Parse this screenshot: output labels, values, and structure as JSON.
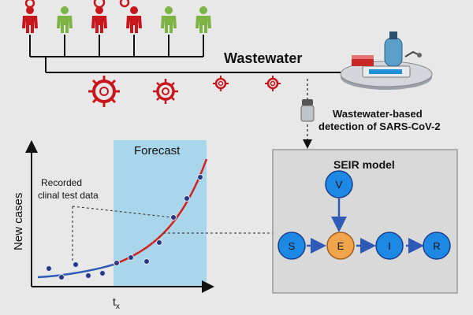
{
  "pipeline": {
    "label": "Wastewater",
    "detection_label_line1": "Wastewater-based",
    "detection_label_line2": "detection of SARS-CoV-2",
    "people": [
      {
        "status": "infected",
        "color": "#c8161d"
      },
      {
        "status": "healthy",
        "color": "#7cb342"
      },
      {
        "status": "infected",
        "color": "#c8161d"
      },
      {
        "status": "infected",
        "color": "#c8161d"
      },
      {
        "status": "healthy",
        "color": "#7cb342"
      },
      {
        "status": "healthy",
        "color": "#7cb342"
      }
    ],
    "icons": [
      "person-icon",
      "virus-icon",
      "lab-instrument-icon",
      "sample-tube-icon"
    ]
  },
  "chart": {
    "ylabel": "New cases",
    "xtick": "t",
    "xtick_sub": "x",
    "forecast_label": "Forecast",
    "annotation_line1": "Recorded",
    "annotation_line2": "clinal test data",
    "colors": {
      "fit": "#2f5bb7",
      "forecast_fit": "#d4201c",
      "forecast_band": "#a9d6ea",
      "points": "#2b3a80"
    }
  },
  "model": {
    "title": "SEIR model",
    "nodes": [
      {
        "id": "V",
        "label": "V",
        "color": "#1e88e5"
      },
      {
        "id": "S",
        "label": "S",
        "color": "#1e88e5"
      },
      {
        "id": "E",
        "label": "E",
        "color": "#f0a54a"
      },
      {
        "id": "I",
        "label": "I",
        "color": "#1e88e5"
      },
      {
        "id": "R",
        "label": "R",
        "color": "#1e88e5"
      }
    ],
    "arrow_color": "#2f5bb7"
  }
}
